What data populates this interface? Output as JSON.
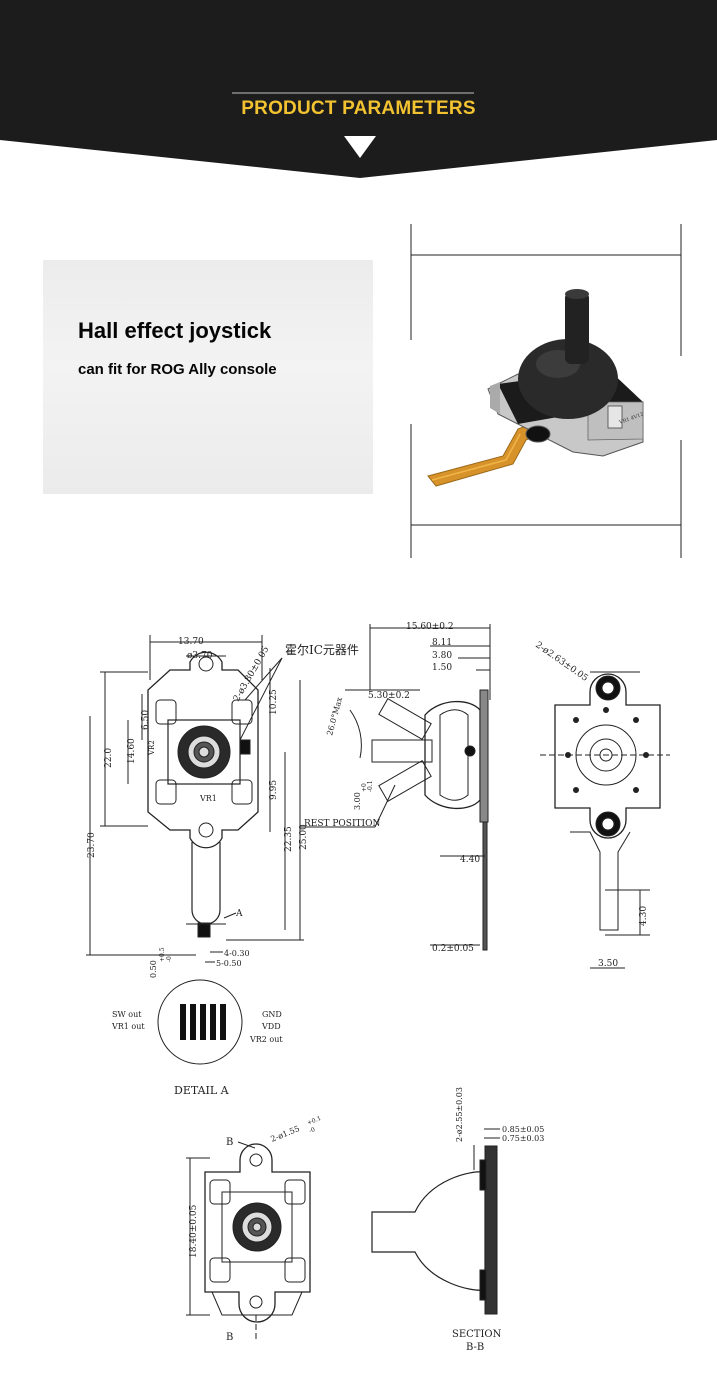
{
  "banner": {
    "title": "PRODUCT PARAMETERS",
    "icon": "down-triangle-icon",
    "background_color": "#1c1c1c",
    "title_color": "#f2c230"
  },
  "intro": {
    "title": "Hall effect joystick",
    "subtitle": "can fit for ROG Ally console"
  },
  "product_photo": {
    "label": "VR1 4V12"
  },
  "drawing": {
    "front_view": {
      "dims": {
        "width_top": "13.70",
        "hole": "ø3.70",
        "hole_pair": "2-ø3.80±0.05",
        "ic_label": "霍尔IC元器件",
        "d_6_50": "6.50",
        "d_14_60": "14.60",
        "d_22_0": "22.0",
        "d_10_25": "10.25",
        "d_9_95": "9.95",
        "d_22_35": "22.35",
        "d_25_00": "25.00",
        "d_23_70": "23.70",
        "d_4_030": "4-0.30",
        "d_5_050": "5-0.50",
        "d_050": "0.50",
        "d_050_tol_up": "+0.5",
        "d_050_tol_dn": "-0",
        "vr2": "VR2",
        "vr1": "VR1",
        "detail_marker": "A"
      }
    },
    "side_view": {
      "dims": {
        "overall": "15.60±0.2",
        "d_8_11": "8.11",
        "d_3_80": "3.80",
        "d_1_50": "1.50",
        "d_5_30": "5.30±0.2",
        "angle": "26.0°Max",
        "d_3_00": "3.00",
        "d_3_00_tol_up": "+0",
        "d_3_00_tol_dn": "-0.1",
        "rest": "REST POSITION",
        "d_4_40": "4.40",
        "d_0_2": "0.2±0.05"
      }
    },
    "rear_view": {
      "dims": {
        "holes": "2-ø2.63±0.05",
        "d_4_30": "4.30",
        "d_3_50": "3.50"
      }
    },
    "detail_a": {
      "title": "DETAIL A",
      "sw_out": "SW out",
      "vr1_out": "VR1 out",
      "gnd": "GND",
      "vdd": "VDD",
      "vr2_out": "VR2 out"
    },
    "bottom_view": {
      "section_mark": "B",
      "hole": "2-ø1.55",
      "hole_tol_up": "+0.1",
      "hole_tol_dn": "-0",
      "height": "18.40±0.05"
    },
    "section_bb": {
      "hole": "2-ø2.55±0.03",
      "d_0_85": "0.85±0.05",
      "d_0_75": "0.75±0.03",
      "title_1": "SECTION",
      "title_2": "B-B"
    }
  }
}
